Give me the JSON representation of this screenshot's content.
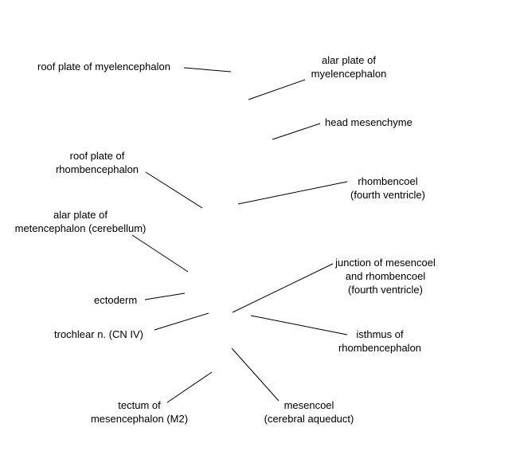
{
  "labels": [
    {
      "id": "roof-plate-myelencephalon",
      "lines": [
        "roof plate of myelencephalon"
      ]
    },
    {
      "id": "alar-plate-myelencephalon",
      "lines": [
        "alar plate of",
        "myelencephalon"
      ]
    },
    {
      "id": "head-mesenchyme",
      "lines": [
        "head mesenchyme"
      ]
    },
    {
      "id": "roof-plate-rhombencephalon",
      "lines": [
        "roof plate of",
        "rhombencephalon"
      ]
    },
    {
      "id": "rhombencoel",
      "lines": [
        "rhombencoel",
        "(fourth ventricle)"
      ]
    },
    {
      "id": "alar-plate-metencephalon",
      "lines": [
        "alar plate of",
        "metencephalon (cerebellum)"
      ]
    },
    {
      "id": "junction-mesencoel-rhombencoel",
      "lines": [
        "junction of mesencoel",
        "and rhombencoel",
        "(fourth ventricle)"
      ]
    },
    {
      "id": "ectoderm",
      "lines": [
        "ectoderm"
      ]
    },
    {
      "id": "trochlear-nerve",
      "lines": [
        "trochlear n. (CN IV)"
      ]
    },
    {
      "id": "isthmus-rhombencephalon",
      "lines": [
        "isthmus of",
        "rhombencephalon"
      ]
    },
    {
      "id": "tectum-mesencephalon",
      "lines": [
        "tectum of",
        "mesencephalon (M2)"
      ]
    },
    {
      "id": "mesencoel",
      "lines": [
        "mesencoel",
        "(cerebral aqueduct)"
      ]
    }
  ],
  "line_color": "#000000",
  "text_color": "#000000",
  "background_color": "#ffffff"
}
